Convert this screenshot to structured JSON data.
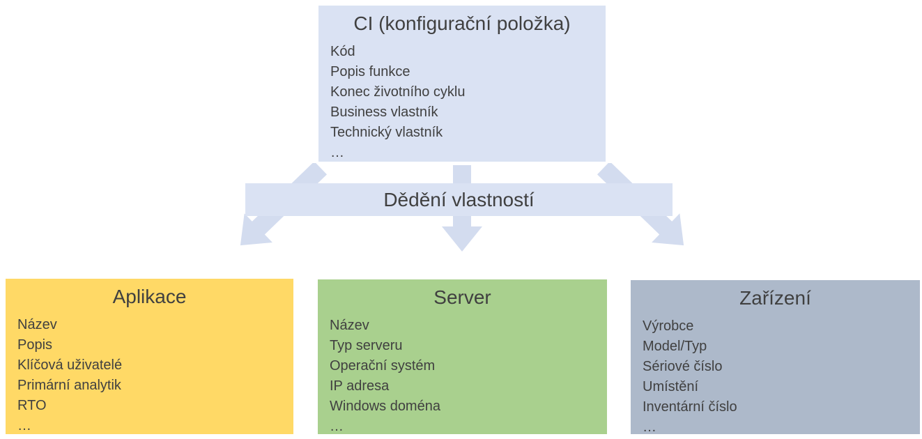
{
  "diagram": {
    "parent": {
      "title": "CI (konfigurační položka)",
      "attributes": [
        "Kód",
        "Popis funkce",
        "Konec životního cyklu",
        "Business vlastník",
        "Technický vlastník",
        "…"
      ]
    },
    "inheritance_label": "Dědění vlastností",
    "children": [
      {
        "title": "Aplikace",
        "fill": "#FFD966",
        "attributes": [
          "Název",
          "Popis",
          "Klíčová uživatelé",
          "Primární analytik",
          "RTO",
          "…"
        ]
      },
      {
        "title": "Server",
        "fill": "#A9D08E",
        "attributes": [
          "Název",
          "Typ serveru",
          "Operační systém",
          "IP adresa",
          "Windows doména",
          "…"
        ]
      },
      {
        "title": "Zařízení",
        "fill": "#ADB9CA",
        "attributes": [
          "Výrobce",
          "Model/Typ",
          "Sériové číslo",
          "Umístění",
          "Inventární číslo",
          "…"
        ]
      }
    ],
    "colors": {
      "parent_fill": "#DAE2F3",
      "band_fill": "#DAE2F3",
      "arrow_fill": "#D3DCEF",
      "text": "#404040"
    }
  }
}
